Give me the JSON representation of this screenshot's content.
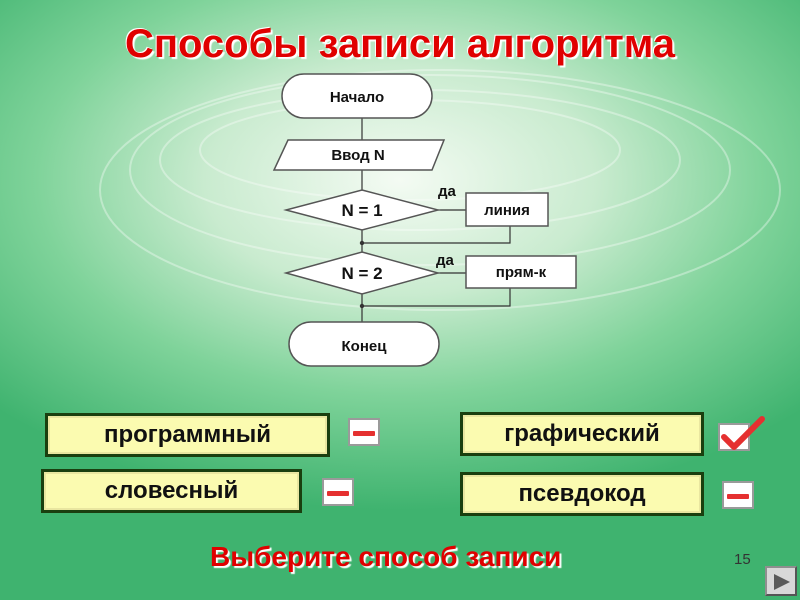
{
  "title": "Способы записи алгоритма",
  "flowchart": {
    "start": "Начало",
    "input": "Ввод N",
    "cond1": "N = 1",
    "yes1": "да",
    "action1": "линия",
    "cond2": "N = 2",
    "yes2": "да",
    "action2": "прям-к",
    "end": "Конец"
  },
  "options": [
    {
      "label": "программный",
      "mark": "minus"
    },
    {
      "label": "словесный",
      "mark": "minus"
    },
    {
      "label": "графический",
      "mark": "check"
    },
    {
      "label": "псевдокод",
      "mark": "minus"
    }
  ],
  "prompt": "Выберите способ записи",
  "page_number": "15",
  "icons": {
    "next": "next-slide-icon",
    "minus": "minus-icon",
    "check": "checkmark-icon"
  },
  "colors": {
    "title": "#e00000",
    "option_fill": "#fbfbb0",
    "option_border": "#1a3f0f",
    "mark_red": "#e53030"
  }
}
